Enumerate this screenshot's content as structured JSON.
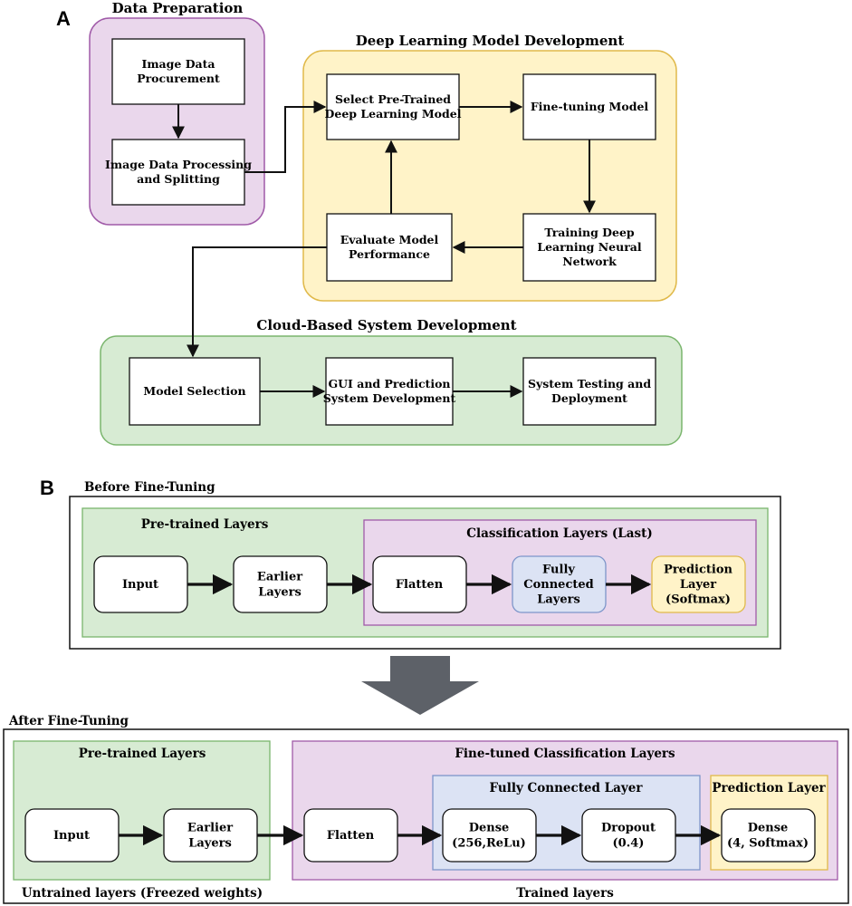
{
  "panel_a": {
    "letter": "A",
    "groups": {
      "data_preparation": "Data Preparation",
      "deep_learning": "Deep Learning Model Development",
      "cloud_system": "Cloud-Based System Development"
    },
    "nodes": {
      "image_procurement": [
        "Image Data",
        "Procurement"
      ],
      "image_processing": [
        "Image Data Processing",
        "and Splitting"
      ],
      "select_model": [
        "Select Pre-Trained",
        "Deep Learning Model"
      ],
      "fine_tuning": [
        "Fine-tuning Model"
      ],
      "training": [
        "Training Deep",
        "Learning Neural",
        "Network"
      ],
      "evaluate": [
        "Evaluate Model",
        "Performance"
      ],
      "model_selection": [
        "Model Selection"
      ],
      "gui": [
        "GUI and Prediction",
        "System Development"
      ],
      "testing": [
        "System Testing and",
        "Deployment"
      ]
    }
  },
  "panel_b": {
    "letter": "B",
    "before": {
      "title": "Before Fine-Tuning",
      "pretrained_label": "Pre-trained Layers",
      "classification_label": "Classification Layers (Last)",
      "nodes": {
        "input": [
          "Input"
        ],
        "earlier": [
          "Earlier",
          "Layers"
        ],
        "flatten": [
          "Flatten"
        ],
        "fully_connected": [
          "Fully",
          "Connected",
          "Layers"
        ],
        "prediction": [
          "Prediction",
          "Layer",
          "(Softmax)"
        ]
      }
    },
    "after": {
      "title": "After Fine-Tuning",
      "pretrained_label": "Pre-trained Layers",
      "finetuned_label": "Fine-tuned Classification Layers",
      "fc_label": "Fully Connected Layer",
      "prediction_label": "Prediction Layer",
      "untrained_caption": "Untrained layers (Freezed weights)",
      "trained_caption": "Trained layers",
      "nodes": {
        "input": [
          "Input"
        ],
        "earlier": [
          "Earlier",
          "Layers"
        ],
        "flatten": [
          "Flatten"
        ],
        "dense1": [
          "Dense",
          "(256,ReLu)"
        ],
        "dropout": [
          "Dropout",
          "(0.4)"
        ],
        "dense2": [
          "Dense",
          "(4, Softmax)"
        ]
      }
    }
  },
  "colors": {
    "pink_fill": "#ead7ec",
    "pink_stroke": "#a05aa8",
    "yellow_fill": "#fff3c8",
    "yellow_stroke": "#e0b94a",
    "green_fill": "#d7ebd3",
    "green_stroke": "#7ab56d",
    "blue_fill": "#dce3f4",
    "blue_stroke": "#7d95c9",
    "big_arrow": "#5d6168"
  }
}
